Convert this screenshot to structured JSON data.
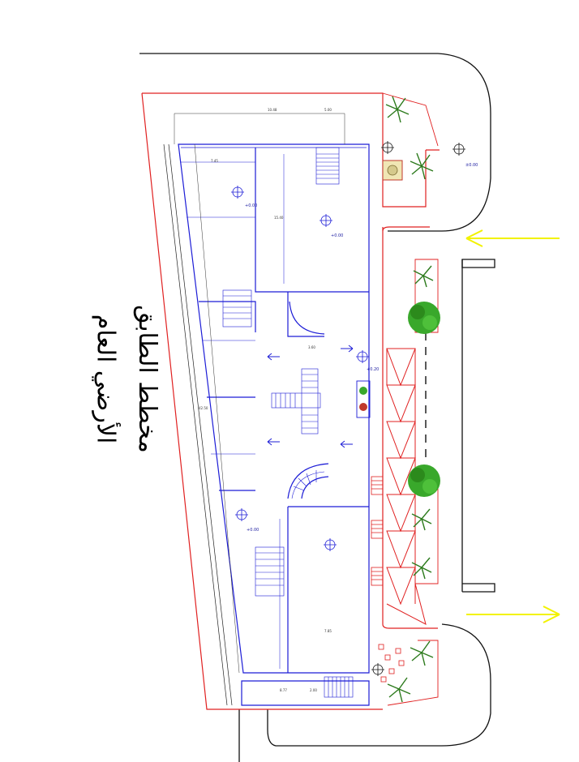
{
  "title": {
    "line1": "مخطط الطابق",
    "line2": "الأرضي العام"
  },
  "levels": {
    "street": "±0.00",
    "shop_top": "+0.00",
    "shop_bottom": "+0.00",
    "hall": "+0.00",
    "entrance": "+0.20"
  },
  "dimensions": {
    "top_width": "10.48",
    "top_gap": "5.00",
    "total_length": "42.50",
    "inner_a": "7.45",
    "inner_b": "15.40",
    "inner_c": "7.85",
    "inner_d": "3.60",
    "bottom_a": "8.77",
    "bottom_b": "2.00"
  },
  "colors": {
    "walls": "#1c1cd6",
    "boundary": "#e02020",
    "road": "#111111",
    "arrows": "#f2f200",
    "tree": "#2c8a1c"
  },
  "icons": {
    "traffic_in": "arrow-left-icon",
    "traffic_out": "arrow-right-icon",
    "level_marker": "crosshair-circle-icon",
    "plant": "palm-plant-icon"
  }
}
